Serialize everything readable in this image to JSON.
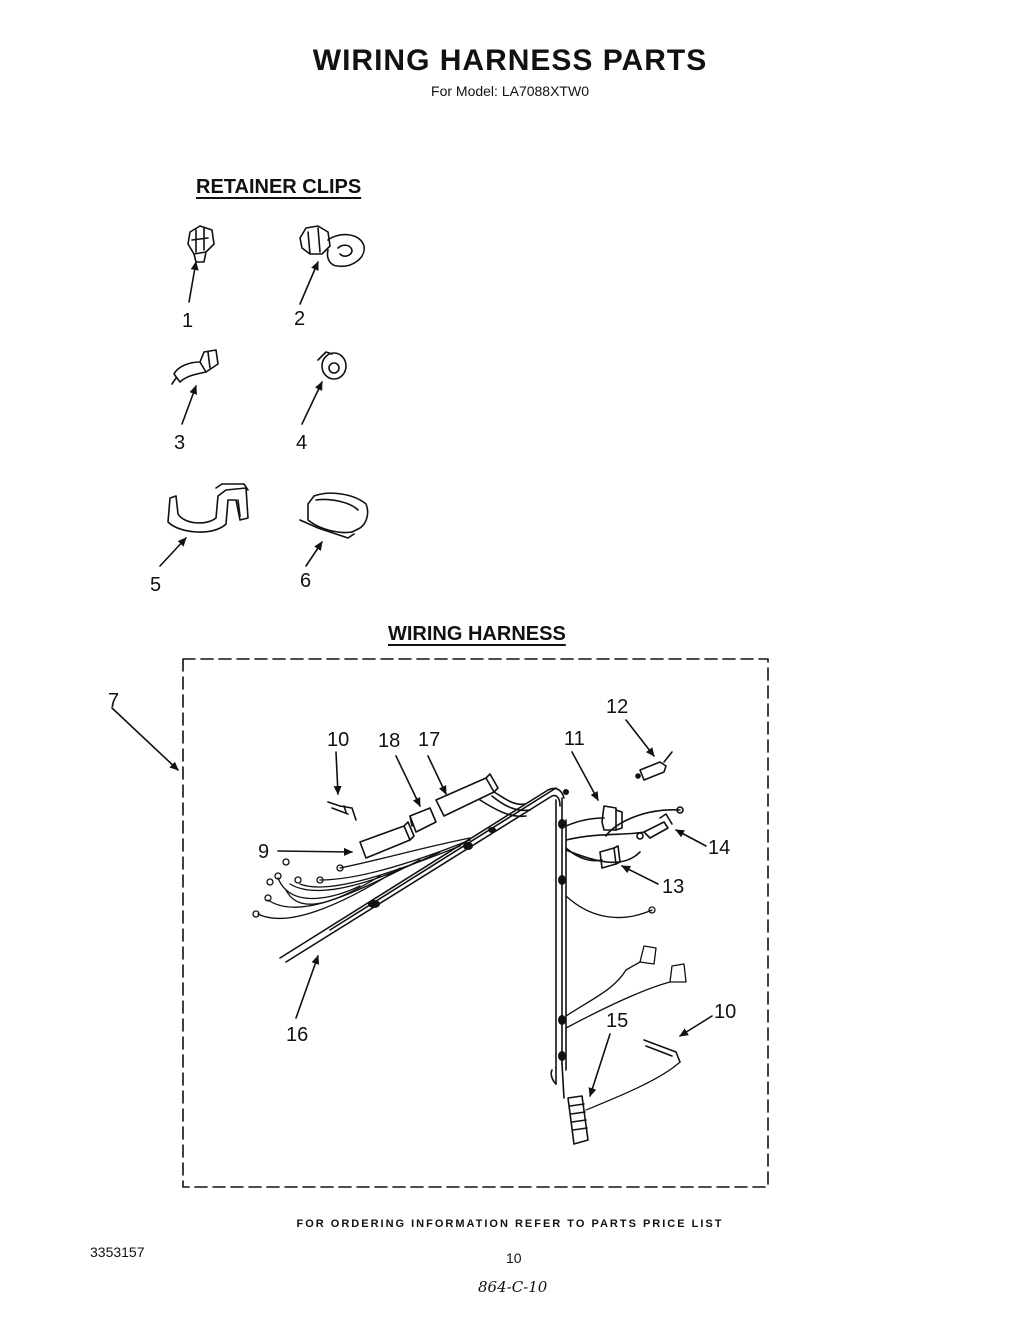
{
  "header": {
    "title": "WIRING HARNESS PARTS",
    "subtitle": "For Model: LA7088XTW0"
  },
  "sections": {
    "retainer_clips": "RETAINER CLIPS",
    "wiring_harness": "WIRING HARNESS"
  },
  "callouts": {
    "c1": "1",
    "c2": "2",
    "c3": "3",
    "c4": "4",
    "c5": "5",
    "c6": "6",
    "c7": "7",
    "c9": "9",
    "c10a": "10",
    "c10b": "10",
    "c11": "11",
    "c12": "12",
    "c13": "13",
    "c14": "14",
    "c15": "15",
    "c16": "16",
    "c17": "17",
    "c18": "18"
  },
  "footer": {
    "ordering_note": "FOR ORDERING INFORMATION REFER TO PARTS PRICE LIST",
    "doc_number": "3353157",
    "page_number": "10",
    "handwritten": "864-C-10"
  }
}
